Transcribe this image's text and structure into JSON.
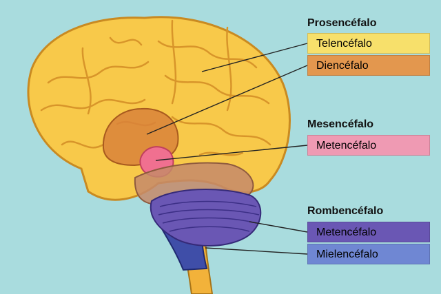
{
  "groups": {
    "prosencefalo": "Prosencéfalo",
    "mesencefalo": "Mesencéfalo",
    "rombencefalo": "Rombencéfalo"
  },
  "labels": {
    "telencefalo": "Telencéfalo",
    "diencefalo": "Diencéfalo",
    "metencefalo_mid": "Metencéfalo",
    "metencefalo_hind": "Metencéfalo",
    "mielencefalo": "Mielencéfalo"
  },
  "colors": {
    "background": "#a9dcde",
    "telencefalo": "#f7e06b",
    "diencefalo": "#e3974e",
    "metencefalo_mid": "#ef9ab3",
    "metencefalo_hind": "#6a57b4",
    "mielencefalo": "#6f87d3",
    "brain_fill": "#f8c94a",
    "brain_outline": "#c98a21"
  }
}
